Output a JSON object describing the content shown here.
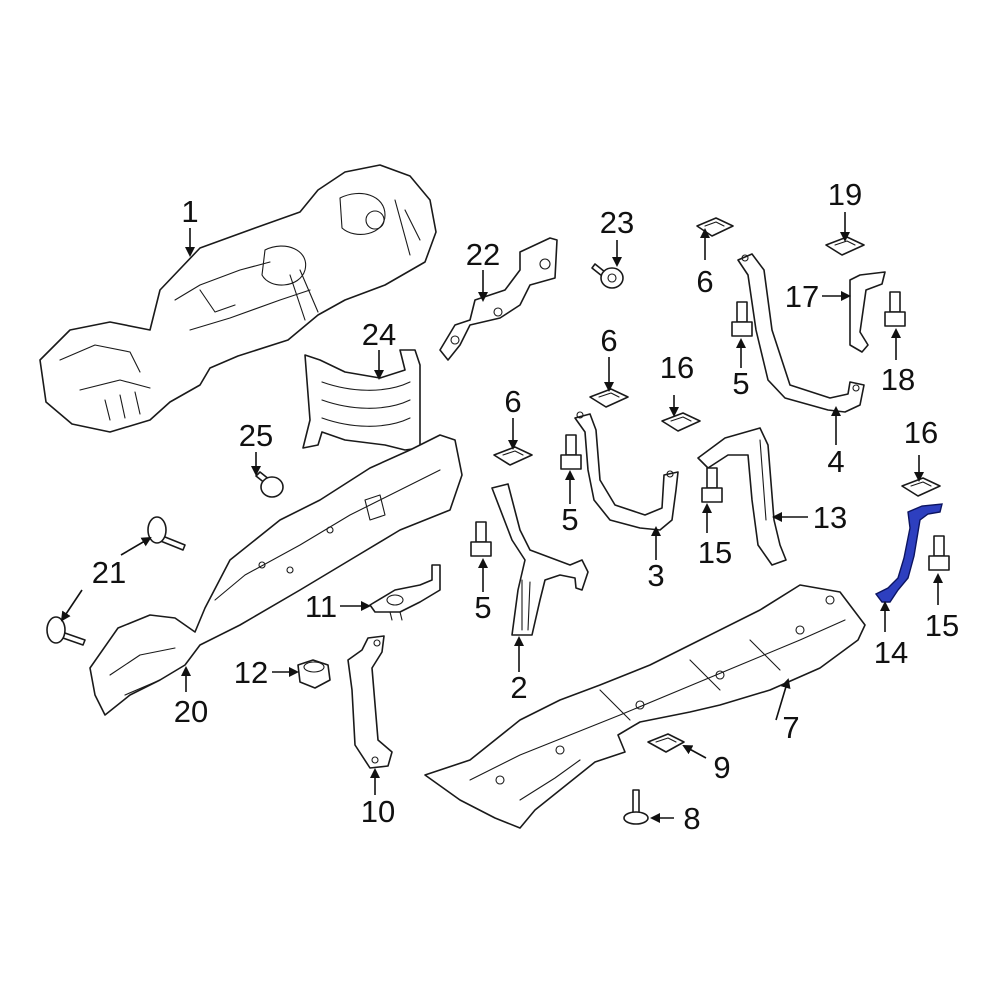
{
  "diagram": {
    "highlight_color": "#2d3fbf",
    "callouts": [
      {
        "id": "c1",
        "label": "1"
      },
      {
        "id": "c2",
        "label": "2"
      },
      {
        "id": "c3",
        "label": "3"
      },
      {
        "id": "c4",
        "label": "4"
      },
      {
        "id": "c5a",
        "label": "5"
      },
      {
        "id": "c5b",
        "label": "5"
      },
      {
        "id": "c5c",
        "label": "5"
      },
      {
        "id": "c6a",
        "label": "6"
      },
      {
        "id": "c6b",
        "label": "6"
      },
      {
        "id": "c6c",
        "label": "6"
      },
      {
        "id": "c7",
        "label": "7"
      },
      {
        "id": "c8",
        "label": "8"
      },
      {
        "id": "c9",
        "label": "9"
      },
      {
        "id": "c10",
        "label": "10"
      },
      {
        "id": "c11",
        "label": "11"
      },
      {
        "id": "c12",
        "label": "12"
      },
      {
        "id": "c13",
        "label": "13"
      },
      {
        "id": "c14",
        "label": "14"
      },
      {
        "id": "c15a",
        "label": "15"
      },
      {
        "id": "c15b",
        "label": "15"
      },
      {
        "id": "c16a",
        "label": "16"
      },
      {
        "id": "c16b",
        "label": "16"
      },
      {
        "id": "c17",
        "label": "17"
      },
      {
        "id": "c18",
        "label": "18"
      },
      {
        "id": "c19",
        "label": "19"
      },
      {
        "id": "c20",
        "label": "20"
      },
      {
        "id": "c21",
        "label": "21"
      },
      {
        "id": "c22",
        "label": "22"
      },
      {
        "id": "c23",
        "label": "23"
      },
      {
        "id": "c24",
        "label": "24"
      },
      {
        "id": "c25",
        "label": "25"
      }
    ]
  }
}
